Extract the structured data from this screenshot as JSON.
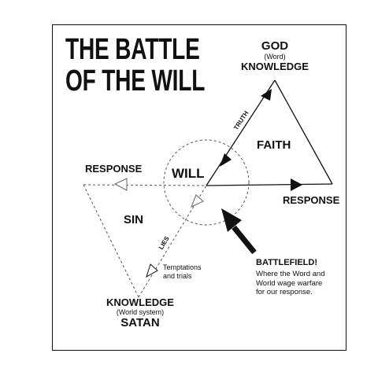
{
  "title": {
    "line1": "THE BATTLE",
    "line2": "OF THE WILL"
  },
  "god": {
    "name": "GOD",
    "sub": "(Word)",
    "knowledge": "KNOWLEDGE"
  },
  "satan": {
    "knowledge": "KNOWLEDGE",
    "sub": "(World system)",
    "name": "SATAN"
  },
  "labels": {
    "truth": "TRUTH",
    "lies": "LIES",
    "faith": "FAITH",
    "sin": "SIN",
    "will": "WILL",
    "response_left": "RESPONSE",
    "response_right": "RESPONSE"
  },
  "temptations": {
    "line1": "Temptations",
    "line2": "and trials"
  },
  "battlefield": {
    "heading": "BATTLEFIELD!",
    "line1": "Where the Word and",
    "line2": "World wage warfare",
    "line3": "for our response."
  }
}
